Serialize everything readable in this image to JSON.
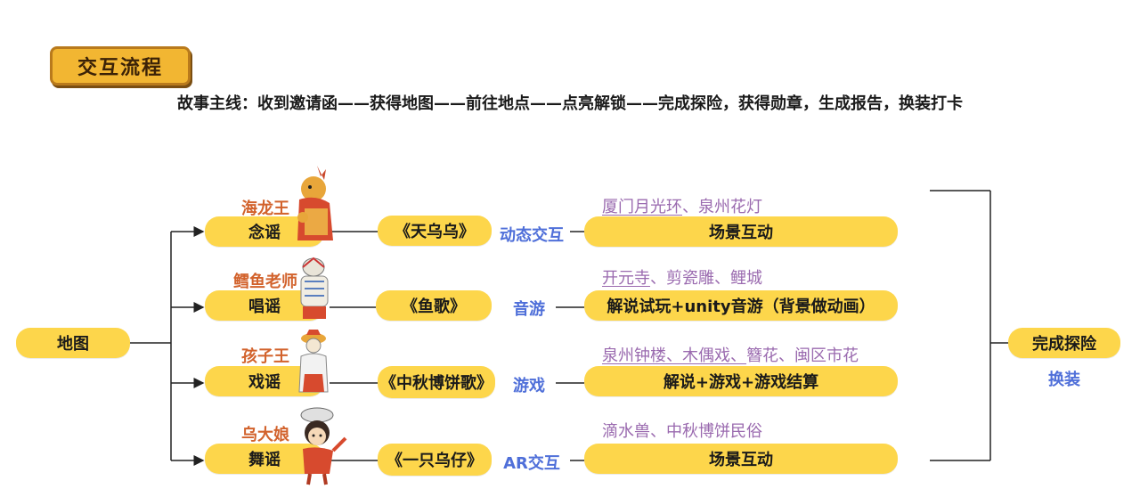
{
  "header": {
    "badge": "交互流程",
    "storyline": "故事主线：收到邀请函——获得地图——前往地点——点亮解锁——完成探险，获得勋章，生成报告，换装打卡"
  },
  "root": {
    "label": "地图"
  },
  "end": {
    "label": "完成探险",
    "sub": "换装"
  },
  "rows": [
    {
      "character": "海龙王",
      "rhyme": "念谣",
      "song": "《天乌乌》",
      "mode": "动态交互",
      "places_underlined": "厦门月光环",
      "places_rest": "、泉州花灯",
      "activity": "场景互动"
    },
    {
      "character": "鳕鱼老师",
      "rhyme": "唱谣",
      "song": "《鱼歌》",
      "mode": "音游",
      "places_underlined": "开元寺",
      "places_rest": "、剪瓷雕、鲤城",
      "activity": "解说试玩+unity音游（背景做动画）"
    },
    {
      "character": "孩子王",
      "rhyme": "戏谣",
      "song": "《中秋博饼歌》",
      "mode": "游戏",
      "places_underlined": "泉州钟楼、木偶戏、",
      "places_rest": "簪花、闽区市花",
      "activity": "解说+游戏+游戏结算"
    },
    {
      "character": "乌大娘",
      "rhyme": "舞谣",
      "song": "《一只乌仔》",
      "mode": "AR交互",
      "places_underlined": "",
      "places_rest": "滴水兽、中秋博饼民俗",
      "activity": "场景互动"
    }
  ],
  "icons": {
    "char1": "dragon-king-icon",
    "char2": "fish-teacher-icon",
    "char3": "child-king-icon",
    "char4": "bird-auntie-icon"
  },
  "colors": {
    "pill": "#FDD64B",
    "character_name": "#D2622C",
    "mode": "#4F6FD9",
    "places": "#9A6AAF"
  }
}
